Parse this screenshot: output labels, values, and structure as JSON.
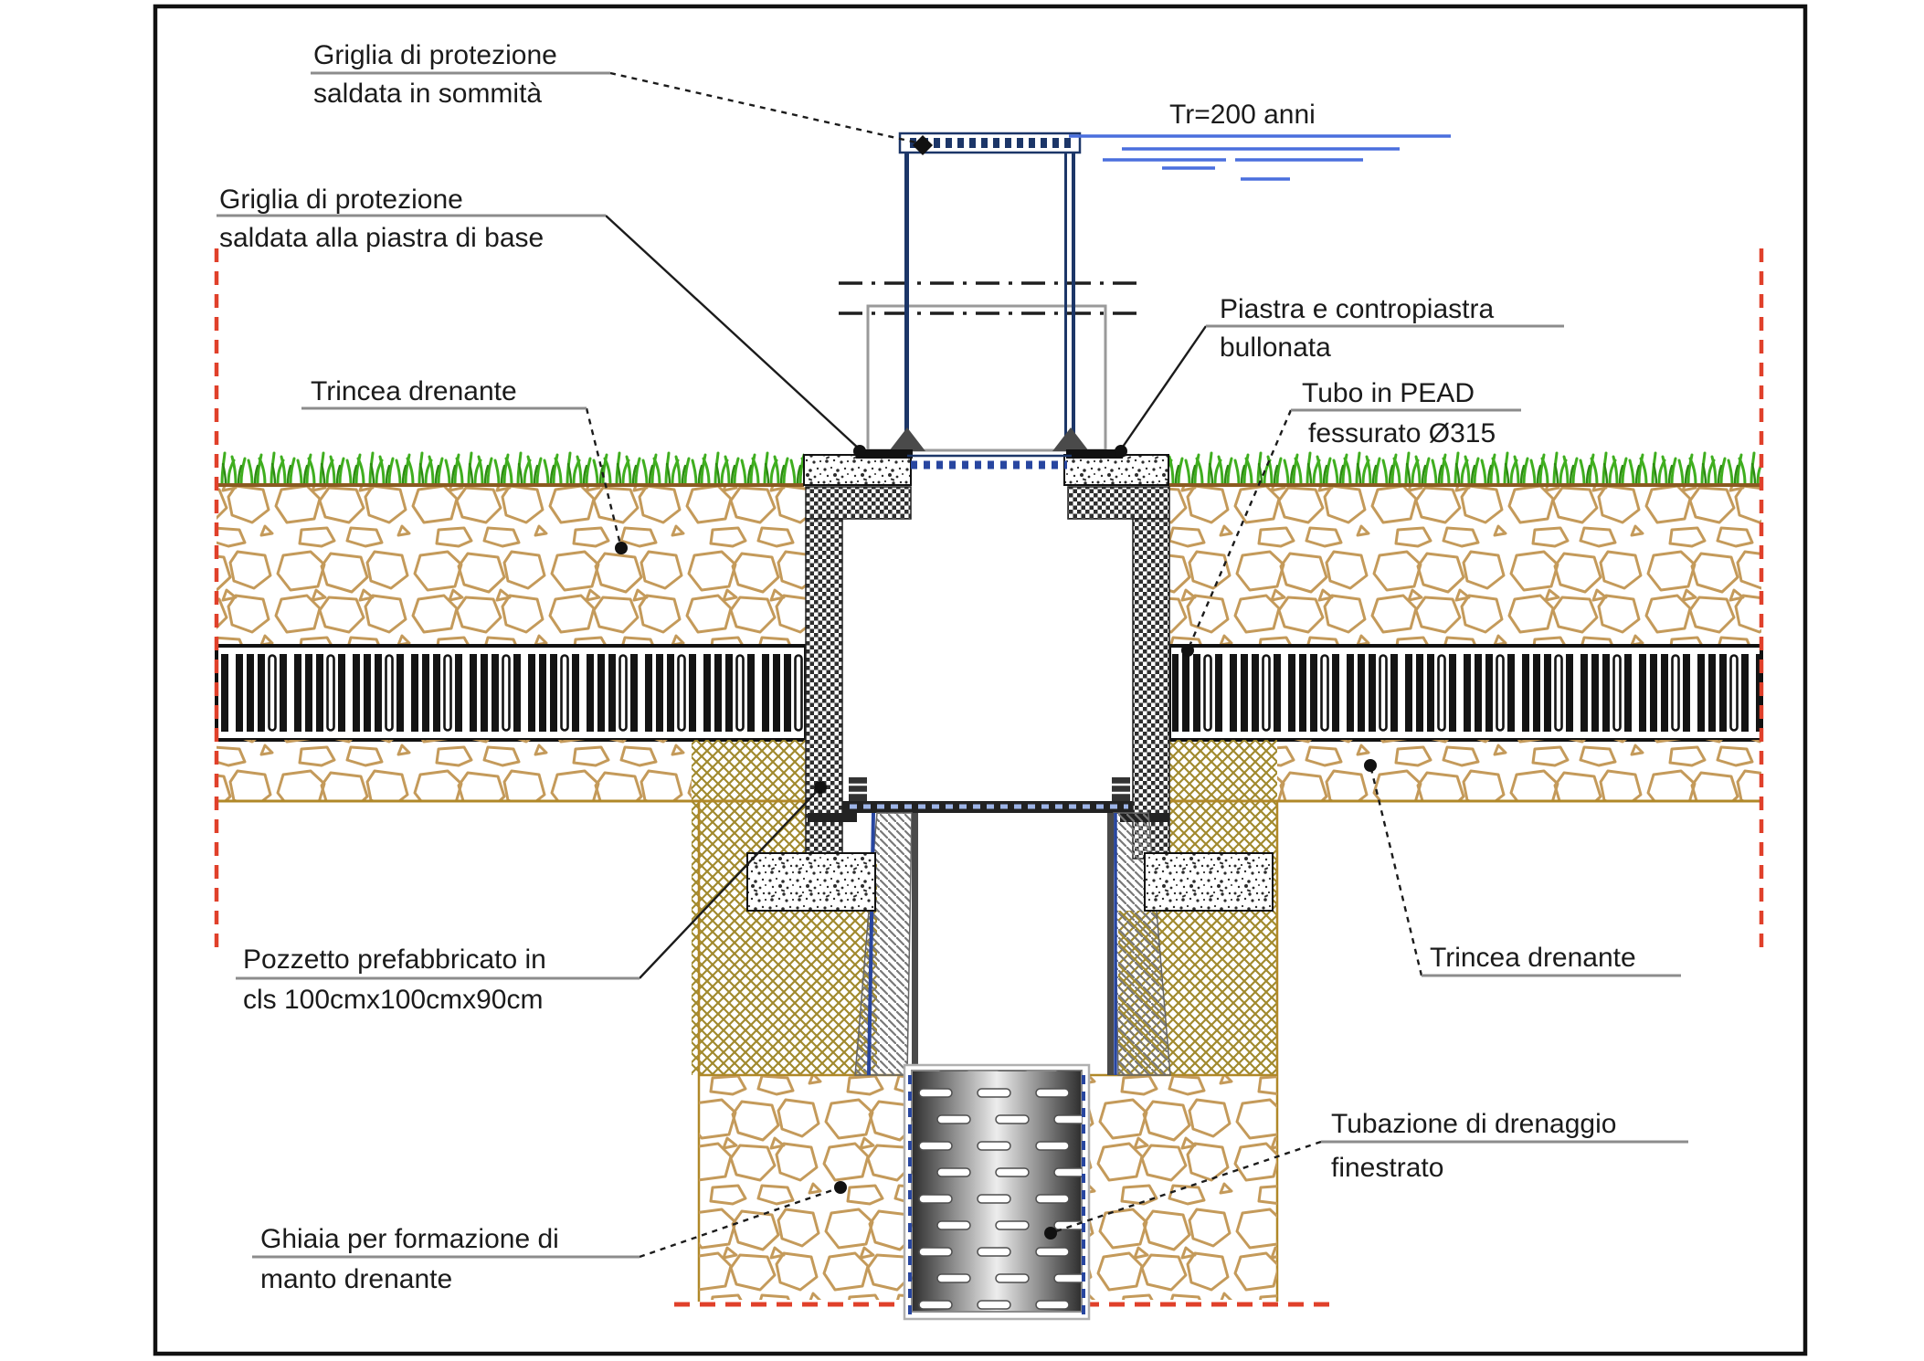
{
  "drawing": {
    "kind": "construction-detail-section",
    "labels": {
      "griglia_sommita": {
        "line1": "Griglia di protezione",
        "line2": "saldata in sommità"
      },
      "griglia_base": {
        "line1": "Griglia di protezione",
        "line2": "saldata alla piastra di base"
      },
      "water_level": {
        "text": "Tr=200 anni"
      },
      "piastra": {
        "line1": "Piastra e contropiastra",
        "line2": "bullonata"
      },
      "tubo_pead": {
        "line1": "Tubo in PEAD",
        "line2": "fessurato Ø315"
      },
      "trincea_left": {
        "text": "Trincea drenante"
      },
      "trincea_right": {
        "text": "Trincea drenante"
      },
      "pozzetto": {
        "line1": "Pozzetto prefabbricato in",
        "line2": "cls 100cmx100cmx90cm"
      },
      "ghiaia": {
        "line1": "Ghiaia per formazione di",
        "line2": "manto drenante"
      },
      "tubazione": {
        "line1": "Tubazione di drenaggio",
        "line2": "finestrato"
      }
    },
    "colors": {
      "water_blue": "#4a6fdd",
      "riser_navy": "#1c3668",
      "grille_dash_blue": "#2846a0",
      "red_dashed": "#e0402a",
      "grass_green": "#3fae1f",
      "soil_stone_tan": "#c49a5a",
      "backfill_olive": "#a18a2e",
      "ground_line_brown": "#8a5a20",
      "line_black": "#1b1b1b",
      "underline_gray": "#8c8c8c"
    }
  }
}
